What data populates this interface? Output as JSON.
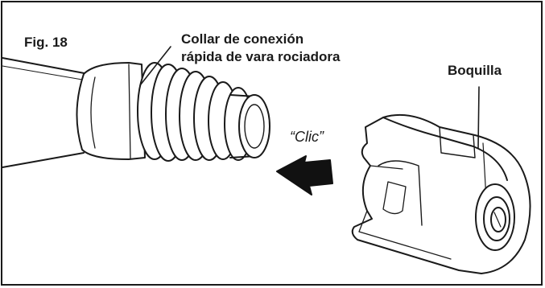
{
  "figure": {
    "number": "Fig. 18",
    "collar_label": {
      "line1": "Collar de conexión",
      "line2": "rápida de vara rociadora"
    },
    "nozzle_label": "Boquilla",
    "action_text": "“Clic”",
    "arrow_direction": "left",
    "colors": {
      "ink": "#1a1a1a",
      "background": "#ffffff",
      "arrow": "#111111"
    },
    "parts": [
      "wand-tube",
      "quick-connect-collar",
      "threaded-tip",
      "nozzle"
    ]
  }
}
